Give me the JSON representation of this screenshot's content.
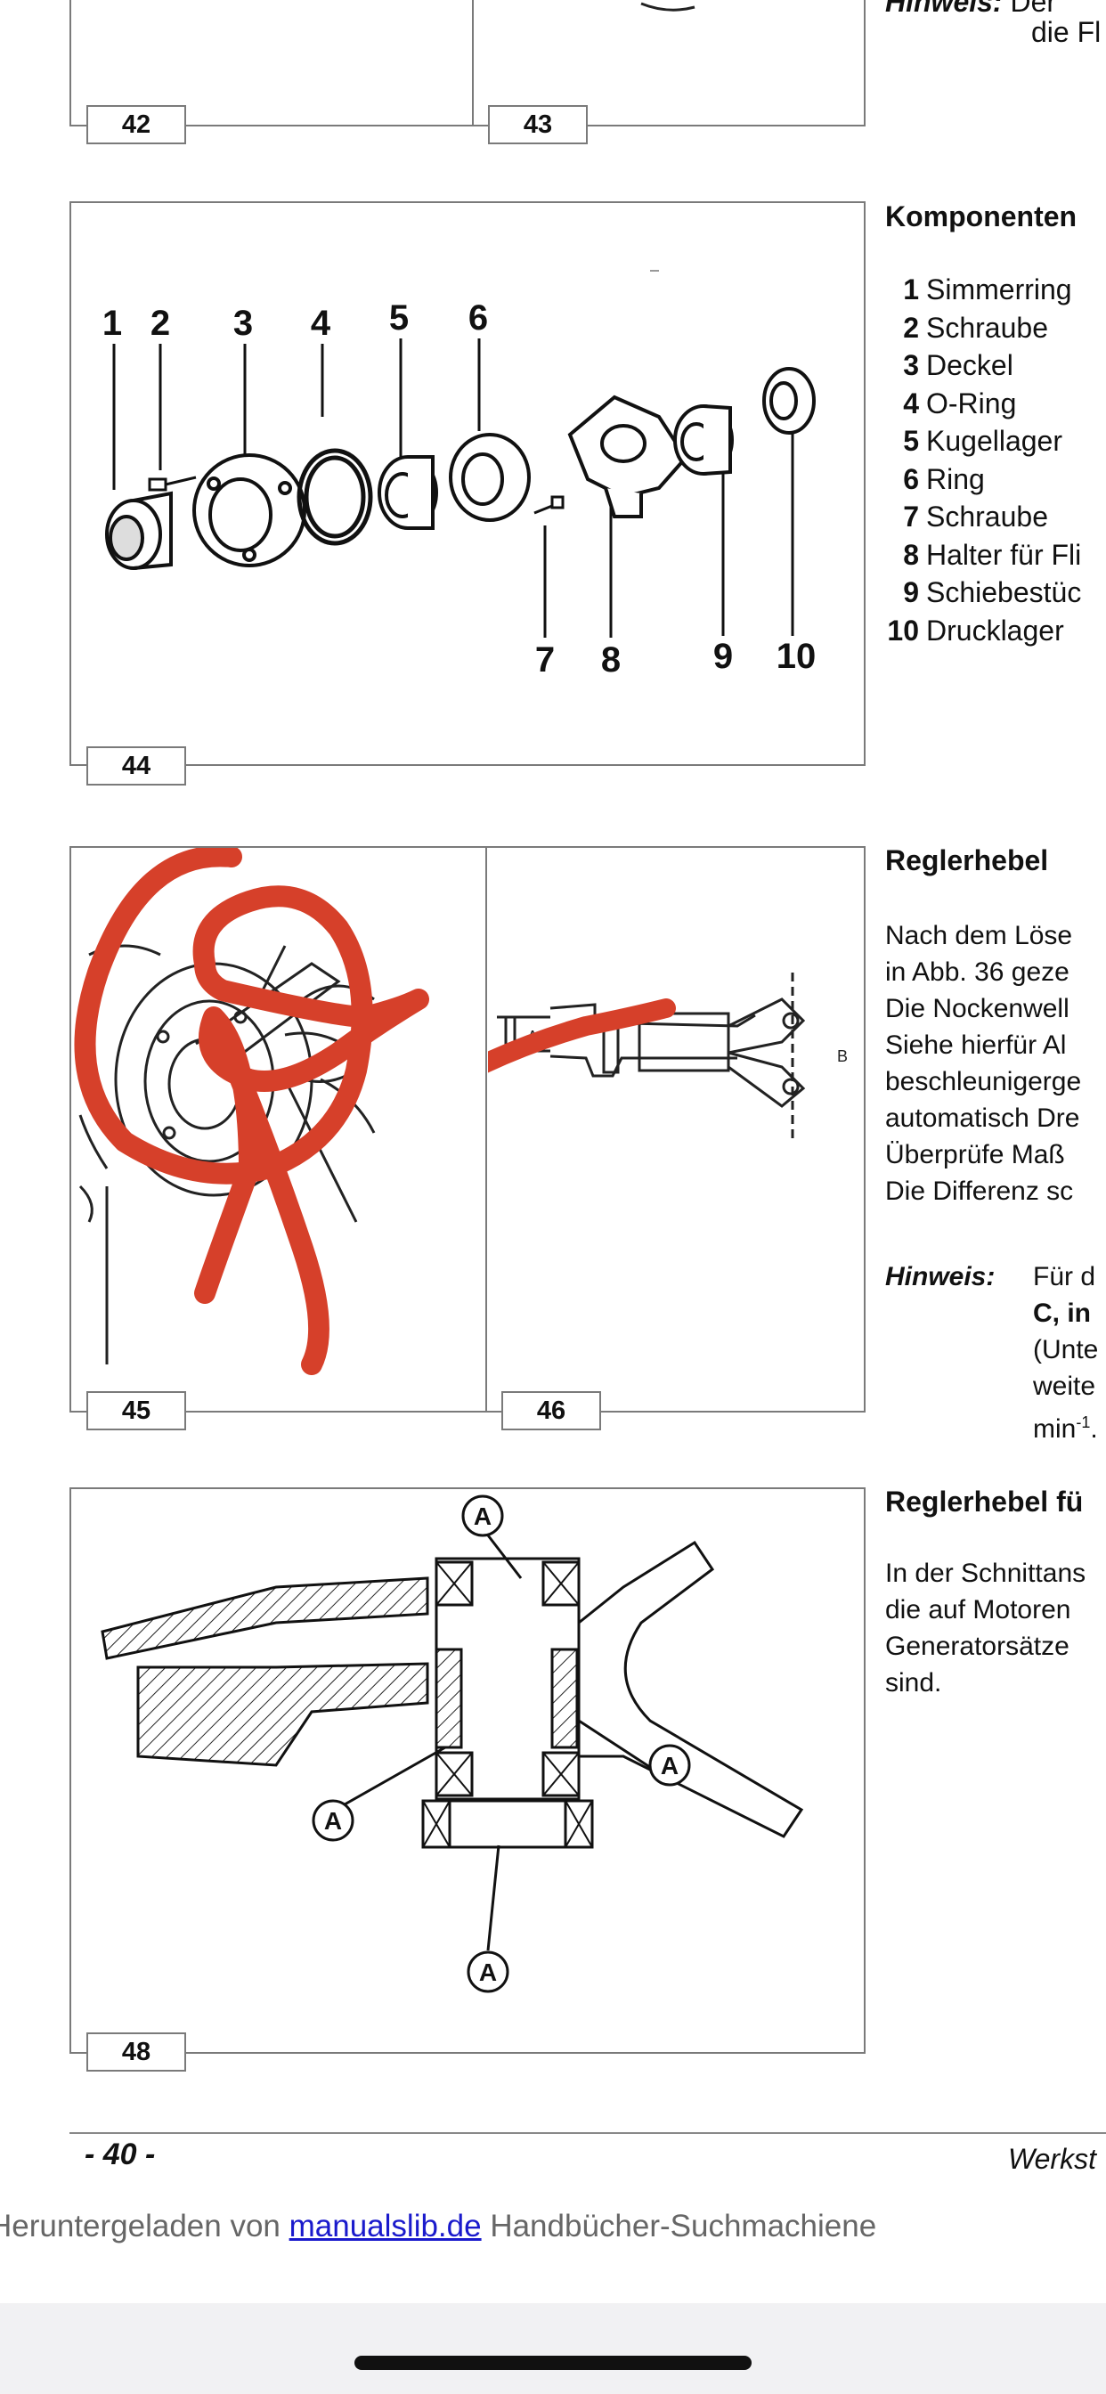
{
  "top": {
    "fig_labels": [
      "42",
      "43"
    ],
    "hinweis_label": "Hinweis:",
    "hinweis_frag1": "Der",
    "hinweis_frag2": "die Fl"
  },
  "fig44": {
    "label": "44",
    "numbers": [
      "1",
      "2",
      "3",
      "4",
      "5",
      "6",
      "7",
      "8",
      "9",
      "10"
    ]
  },
  "komponenten": {
    "heading": "Komponenten",
    "items": [
      {
        "num": "1",
        "text": "Simmerring"
      },
      {
        "num": "2",
        "text": "Schraube"
      },
      {
        "num": "3",
        "text": "Deckel"
      },
      {
        "num": "4",
        "text": "O-Ring"
      },
      {
        "num": "5",
        "text": "Kugellager"
      },
      {
        "num": "6",
        "text": "Ring"
      },
      {
        "num": "7",
        "text": "Schraube"
      },
      {
        "num": "8",
        "text": "Halter für Fli"
      },
      {
        "num": "9",
        "text": "Schiebestüc"
      },
      {
        "num": "10",
        "text": "Drucklager"
      }
    ]
  },
  "fig45": {
    "label": "45"
  },
  "fig46": {
    "label": "46",
    "dim_a": "A",
    "dim_b": "B"
  },
  "reglerhebel": {
    "heading": "Reglerhebel",
    "lines": [
      "Nach dem Löse",
      "in Abb. 36 geze",
      "Die Nockenwell",
      "Siehe hierfür Al",
      "beschleunigerge",
      "automatisch Dre",
      "Überprüfe Maß",
      "Die Differenz sc"
    ],
    "hinweis_label": "Hinweis:",
    "hinweis_lines": [
      "Für d",
      "C,  in",
      "(Unte",
      "weite",
      "min"
    ],
    "hinweis_sup": "-1",
    "hinweis_tail": "."
  },
  "fig48": {
    "label": "48",
    "callout": "A"
  },
  "reglerhebel_fuer": {
    "heading": "Reglerhebel fü",
    "lines": [
      "In der Schnittans",
      "die auf Motoren",
      "Generatorsätze",
      "sind."
    ]
  },
  "page_footer": {
    "page_number": "- 40 -",
    "right_text": "Werkst"
  },
  "download_bar": {
    "prefix": "Heruntergeladen von ",
    "link": "manualslib.de",
    "suffix": " Handbücher-Suchmachiene"
  },
  "colors": {
    "annotation_red": "#d6402a",
    "link_blue": "#1a1acc",
    "home_bar_bg": "#f1f1f3"
  }
}
